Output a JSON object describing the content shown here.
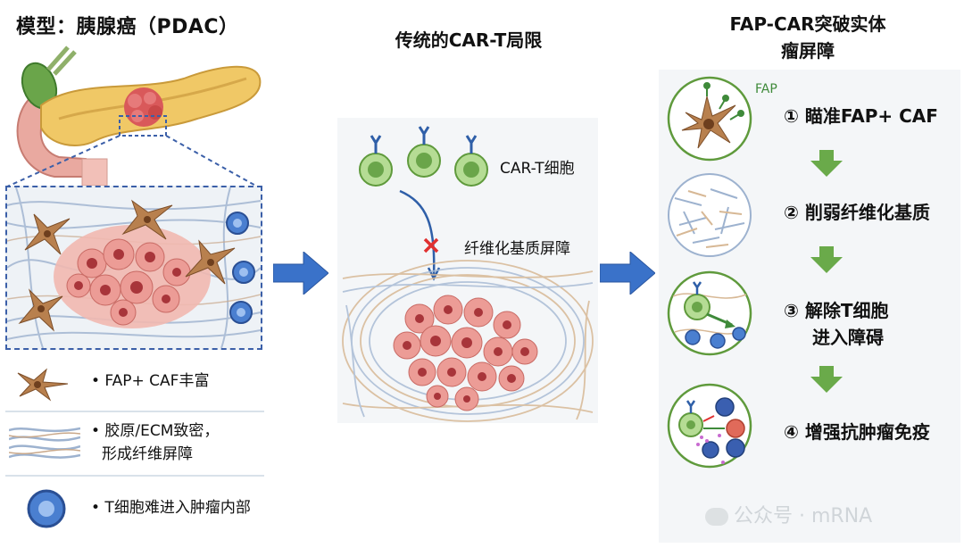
{
  "left": {
    "title": "模型：胰腺癌（PDAC）",
    "legend": [
      {
        "icon": "caf-cell-icon",
        "text": "• FAP+ CAF丰富"
      },
      {
        "icon": "collagen-fiber-icon",
        "text_line1": "• 胶原/ECM致密，",
        "text_line2": "形成纤维屏障"
      },
      {
        "icon": "t-cell-icon",
        "text": "• T细胞难进入肿瘤内部"
      }
    ]
  },
  "middle": {
    "title": "传统的CAR-T局限",
    "car_t_label": "CAR-T细胞",
    "barrier_label": "纤维化基质屏障"
  },
  "right": {
    "title_line1": "FAP-CAR突破实体",
    "title_line2": "瘤屏障",
    "fap_label": "FAP",
    "steps": [
      {
        "num": "①",
        "text": "瞄准FAP+ CAF"
      },
      {
        "num": "②",
        "text": "削弱纤维化基质"
      },
      {
        "num": "③",
        "text_line1": "解除T细胞",
        "text_line2": "进入障碍"
      },
      {
        "num": "④",
        "text": "增强抗肿瘤免疫"
      }
    ]
  },
  "watermark": "公众号 · mRNA",
  "colors": {
    "panel_bg": "#f4f6f8",
    "arrow_blue": "#3a72c9",
    "arrow_green": "#6aaa4a",
    "dashed_blue": "#3b5fa8",
    "tumor_pink": "#e8a0a0",
    "caf_brown": "#b0784a",
    "tcell_blue": "#4a7fd0",
    "cart_green": "#8fc86a"
  }
}
